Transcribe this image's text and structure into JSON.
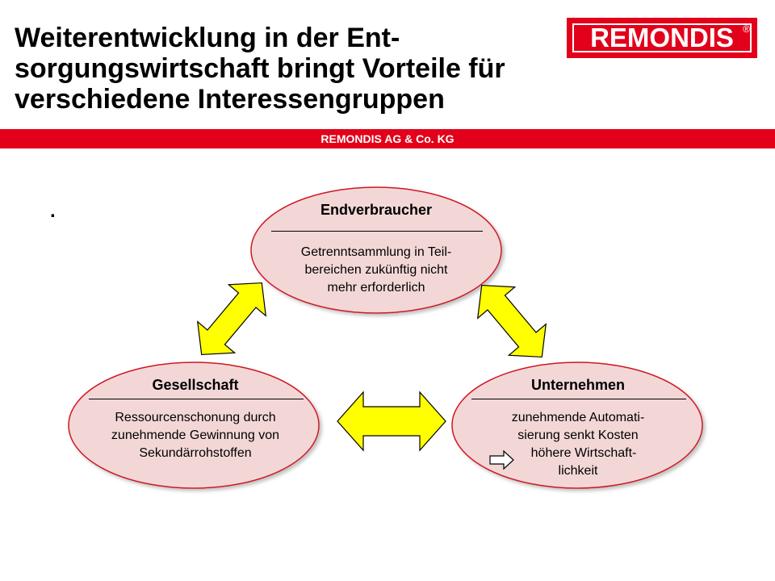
{
  "header": {
    "title_lines": [
      "Weiterentwicklung in der Ent-",
      "sorgungswirtschaft bringt Vorteile für",
      "verschiedene Interessengruppen"
    ],
    "logo_text": "REMONDIS",
    "logo_mark": "®",
    "bar_label": "REMONDIS AG & Co. KG"
  },
  "colors": {
    "brand_red": "#e2001a",
    "ellipse_fill": "#f3d7d7",
    "ellipse_stroke": "#d01424",
    "arrow_fill": "#ffff00"
  },
  "bullet": ".",
  "nodes": {
    "endverbraucher": {
      "title": "Endverbraucher",
      "lines": [
        "Getrenntsammlung in Teil-",
        "bereichen zukünftig nicht",
        "mehr erforderlich"
      ]
    },
    "gesellschaft": {
      "title": "Gesellschaft",
      "lines": [
        "Ressourcenschonung durch",
        "zunehmende Gewinnung von",
        "Sekundärrohstoffen"
      ]
    },
    "unternehmen": {
      "title": "Unternehmen",
      "lines": [
        "zunehmende Automati-",
        "sierung senkt Kosten",
        "höhere Wirtschaft-",
        "lichkeit"
      ],
      "implies_icon": "hollow-right-arrow-icon"
    }
  }
}
